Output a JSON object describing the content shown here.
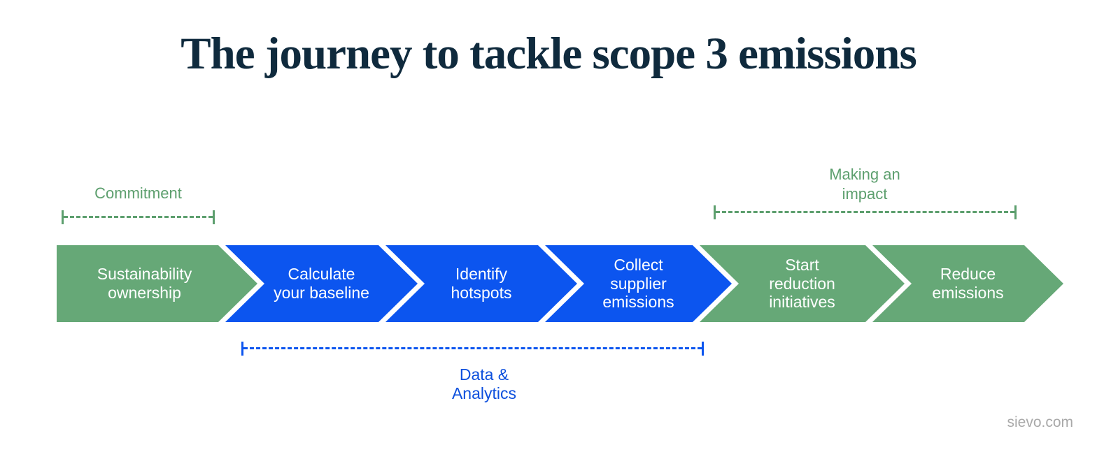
{
  "title": "The journey to tackle scope 3 emissions",
  "stages": [
    {
      "label": "Sustainability\nownership",
      "color": "#66a877"
    },
    {
      "label": "Calculate\nyour baseline",
      "color": "#0c55ef"
    },
    {
      "label": "Identify\nhotspots",
      "color": "#0c55ef"
    },
    {
      "label": "Collect\nsupplier\nemissions",
      "color": "#0c55ef"
    },
    {
      "label": "Start\nreduction\ninitiatives",
      "color": "#66a877"
    },
    {
      "label": "Reduce\nemissions",
      "color": "#66a877"
    }
  ],
  "phases": [
    {
      "label": "Commitment",
      "color": "#5d9f6e",
      "position": "above-bar"
    },
    {
      "label": "Data &\nAnalytics",
      "color": "#0c4fdd",
      "position": "below-bar"
    },
    {
      "label": "Making an\nimpact",
      "color": "#5d9f6e",
      "position": "above-bar"
    }
  ],
  "footer": {
    "website": "sievo.com"
  },
  "colors": {
    "stage_green": "#66a877",
    "stage_blue": "#0c55ef",
    "title_navy": "#0f2a3d",
    "footer_gray": "#a9a9a9"
  }
}
